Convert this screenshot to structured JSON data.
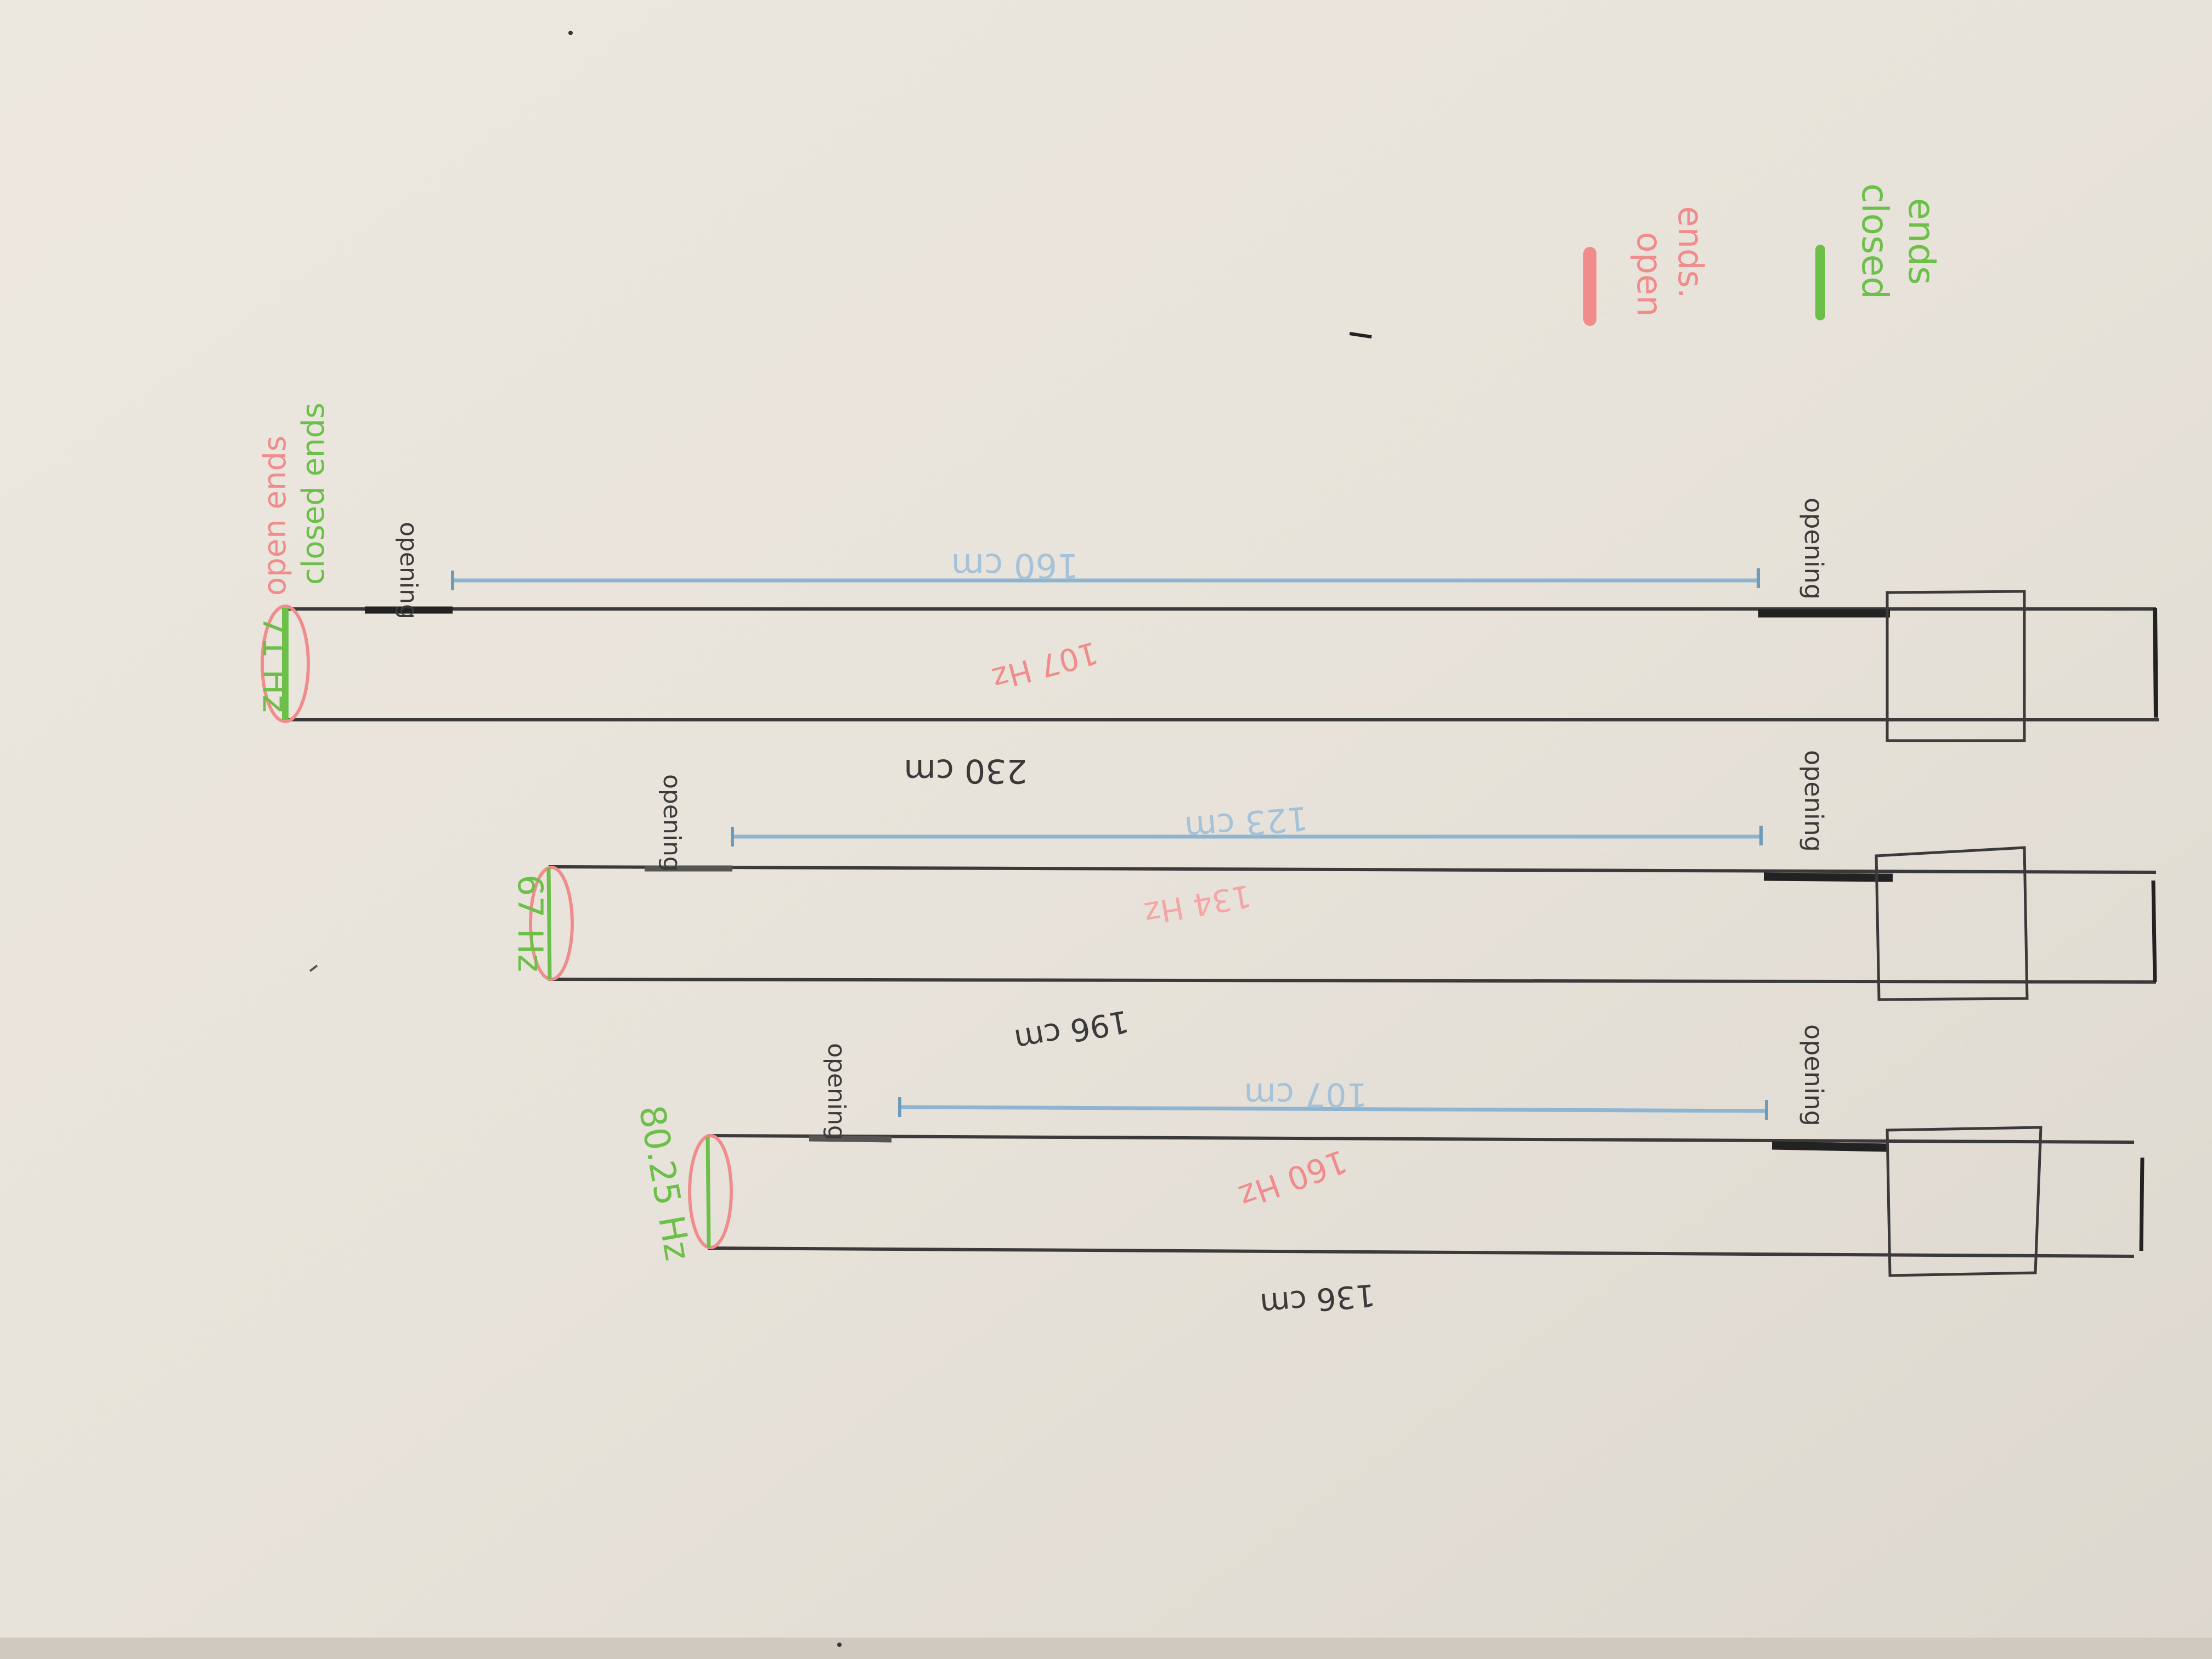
{
  "legend": {
    "open_label_1": "open",
    "open_label_2": "ends.",
    "closed_label_1": "closed",
    "closed_label_2": "ends",
    "open_color": "#f08c8c",
    "closed_color": "#6cc04a"
  },
  "tubes": [
    {
      "id": "tube-1",
      "freq_closed": "71 Hz",
      "annot_open": "open ends",
      "annot_closed": "closed ends",
      "length": "230 cm",
      "opening_gap": "160 cm",
      "freq_open": "107 Hz",
      "opening_left": "opening",
      "opening_right": "opening"
    },
    {
      "id": "tube-2",
      "freq_closed": "67 Hz",
      "length": "196 cm",
      "opening_gap": "123 cm",
      "freq_open": "134 Hz",
      "opening_left": "opening",
      "opening_right": "opening"
    },
    {
      "id": "tube-3",
      "freq_closed": "80.25 Hz",
      "length": "136 cm",
      "opening_gap": "107 cm",
      "freq_open": "160 Hz",
      "opening_left": "opening",
      "opening_right": "opening"
    }
  ],
  "colors": {
    "paper": "#e9e4dc",
    "pencil": "#3a3a3a",
    "blue_pencil": "#8fb4d0",
    "red_pencil": "#f08c8c",
    "green_pencil": "#6cc04a"
  }
}
